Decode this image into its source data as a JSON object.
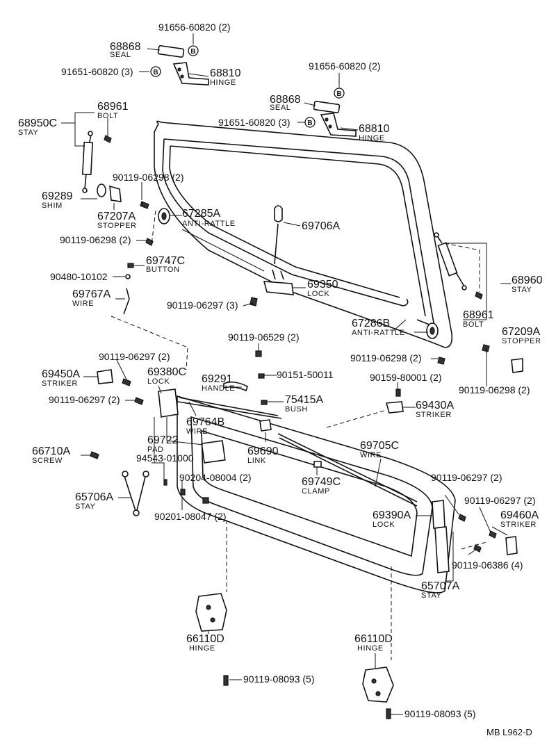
{
  "callouts": {
    "c1": {
      "num": "91656-60820 (2)"
    },
    "c2": {
      "num": "68868",
      "name": "SEAL"
    },
    "c3": {
      "num": "91651-60820 (3)"
    },
    "c4": {
      "num": "68810",
      "name": "HINGE"
    },
    "c5": {
      "num": "91656-60820 (2)"
    },
    "c6": {
      "num": "68868",
      "name": "SEAL"
    },
    "c7": {
      "num": "91651-60820 (3)"
    },
    "c8": {
      "num": "68810",
      "name": "HINGE"
    },
    "c9": {
      "num": "68961",
      "name": "BOLT"
    },
    "c10": {
      "num": "68950C",
      "name": "STAY"
    },
    "c11": {
      "num": "90119-06298 (2)"
    },
    "c12": {
      "num": "69289",
      "name": "SHIM"
    },
    "c13": {
      "num": "67207A",
      "name": "STOPPER"
    },
    "c14": {
      "num": "67285A",
      "name": "ANTI-RATTLE"
    },
    "c15": {
      "num": "69706A"
    },
    "c16": {
      "num": "90119-06298 (2)"
    },
    "c17": {
      "num": "69747C",
      "name": "BUTTON"
    },
    "c18": {
      "num": "90480-10102"
    },
    "c19": {
      "num": "69767A",
      "name": "WIRE"
    },
    "c20": {
      "num": "69350",
      "name": "LOCK"
    },
    "c21": {
      "num": "90119-06297 (3)"
    },
    "c22": {
      "num": "68960",
      "name": "STAY"
    },
    "c23": {
      "num": "68961",
      "name": "BOLT"
    },
    "c24": {
      "num": "67286B",
      "name": "ANTI-RATTLE"
    },
    "c25": {
      "num": "67209A",
      "name": "STOPPER"
    },
    "c26": {
      "num": "90119-06529 (2)"
    },
    "c27": {
      "num": "90119-06298 (2)"
    },
    "c28": {
      "num": "90119-06298 (2)"
    },
    "c29": {
      "num": "90119-06297 (2)"
    },
    "c30": {
      "num": "69450A",
      "name": "STRIKER"
    },
    "c31": {
      "num": "69380C",
      "name": "LOCK"
    },
    "c32": {
      "num": "69291",
      "name": "HANDLE"
    },
    "c33": {
      "num": "90151-50011"
    },
    "c34": {
      "num": "90159-80001 (2)"
    },
    "c35": {
      "num": "90119-06297 (2)"
    },
    "c36": {
      "num": "75415A",
      "name": "BUSH"
    },
    "c37": {
      "num": "69430A",
      "name": "STRIKER"
    },
    "c38": {
      "num": "69764B",
      "name": "WIRE"
    },
    "c39": {
      "num": "69722",
      "name": "PAD"
    },
    "c40": {
      "num": "66710A",
      "name": "SCREW"
    },
    "c41": {
      "num": "69690",
      "name": "LINK"
    },
    "c42": {
      "num": "69705C",
      "name": "WIRE"
    },
    "c43": {
      "num": "94543-01000"
    },
    "c44": {
      "num": "69749C",
      "name": "CLAMP"
    },
    "c45": {
      "num": "90204-08004 (2)"
    },
    "c46": {
      "num": "65706A",
      "name": "STAY"
    },
    "c47": {
      "num": "90119-06297 (2)"
    },
    "c48": {
      "num": "90119-06297 (2)"
    },
    "c49": {
      "num": "90201-08047 (2)"
    },
    "c50": {
      "num": "69390A",
      "name": "LOCK"
    },
    "c51": {
      "num": "69460A",
      "name": "STRIKER"
    },
    "c52": {
      "num": "90119-06386 (4)"
    },
    "c53": {
      "num": "65707A",
      "name": "STAY"
    },
    "c54": {
      "num": "66110D",
      "name": "HINGE"
    },
    "c55": {
      "num": "66110D",
      "name": "HINGE"
    },
    "c56": {
      "num": "90119-08093 (5)"
    },
    "c57": {
      "num": "90119-08093 (5)"
    }
  },
  "marker": "B",
  "footer_code": "MB   L962-D"
}
